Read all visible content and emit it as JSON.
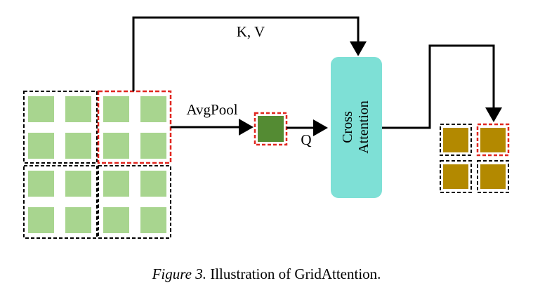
{
  "labels": {
    "kv": "K, V",
    "avgpool": "AvgPool",
    "q": "Q",
    "cross_attention_line1": "Cross",
    "cross_attention_line2": "Attention"
  },
  "caption": {
    "figure": "Figure 3.",
    "text": "Illustration of GridAttention."
  },
  "colors": {
    "patch_light_green": "#a8d58f",
    "pooled_dark_green": "#548b33",
    "output_gold": "#b38900",
    "attention_block": "#7ee0d6",
    "window_border_black": "#000000",
    "window_border_red": "#e0261f"
  }
}
